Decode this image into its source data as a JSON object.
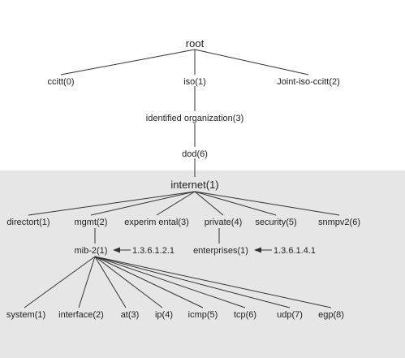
{
  "colors": {
    "background": "#ffffff",
    "shaded_region": "#e6e6e6",
    "line": "#333333",
    "text": "#222222"
  },
  "top": {
    "root": "root",
    "ccitt": "ccitt(0)",
    "iso": "iso(1)",
    "joint": "Joint-iso-ccitt(2)",
    "identified": "identified organization(3)",
    "dod": "dod(6)"
  },
  "internet": {
    "label": "internet(1)",
    "children": [
      "directort(1)",
      "mgmt(2)",
      "experim ental(3)",
      "private(4)",
      "security(5)",
      "snmpv2(6)"
    ]
  },
  "mib": {
    "label": "mib-2(1)",
    "oid": "1.3.6.1.2.1"
  },
  "enterprises": {
    "label": "enterprises(1)",
    "oid": "1.3.6.1.4.1"
  },
  "mib_children": [
    "system(1)",
    "interface(2)",
    "at(3)",
    "ip(4)",
    "icmp(5)",
    "tcp(6)",
    "udp(7)",
    "egp(8)"
  ]
}
